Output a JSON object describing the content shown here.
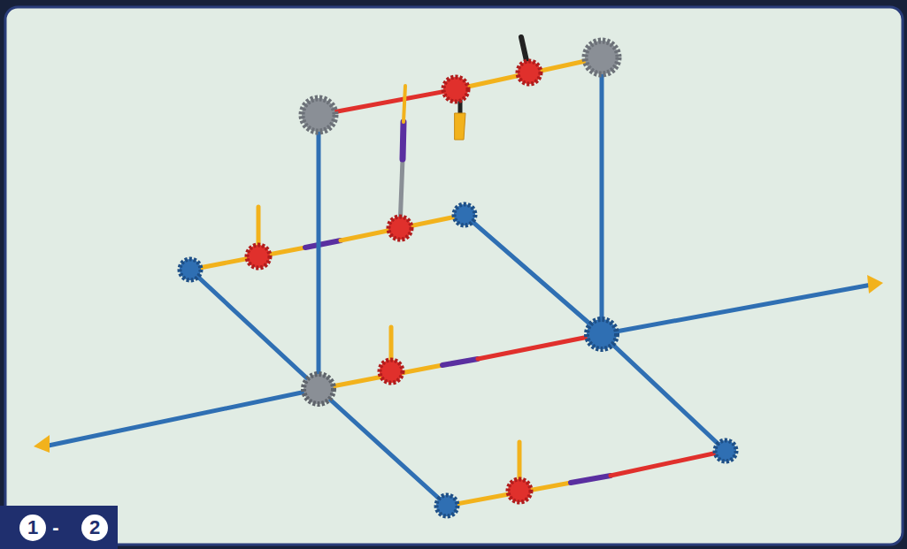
{
  "diagram": {
    "labels": [
      "1",
      "-",
      "2"
    ]
  }
}
